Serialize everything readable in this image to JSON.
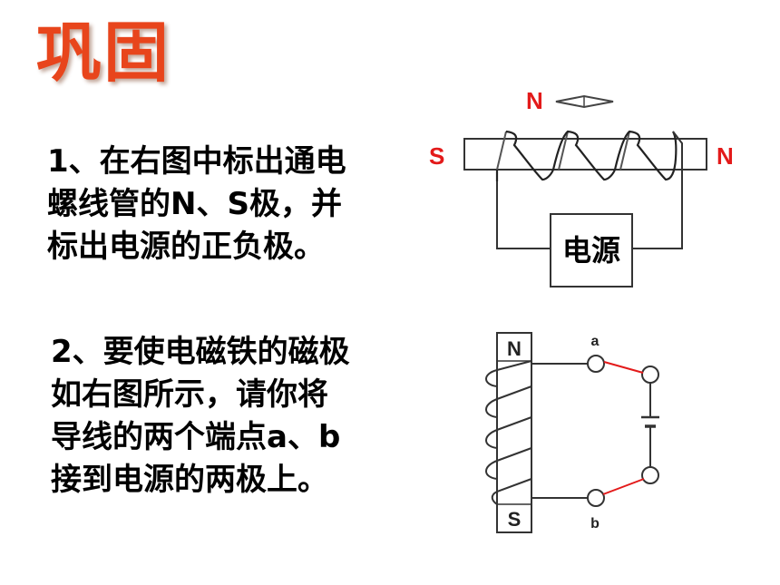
{
  "title": "巩固",
  "question1": "1、在右图中标出通电\n螺线管的N、S极，并\n标出电源的正负极。",
  "question2": "2、要使电磁铁的磁极\n如右图所示，请你将\n导线的两个端点a、b\n接到电源的两极上。",
  "diagram1": {
    "compass_pole": "N",
    "left_pole": "S",
    "right_pole": "N",
    "power_source": "电源",
    "pole_color": "#e31a1a"
  },
  "diagram2": {
    "top_pole": "N",
    "bottom_pole": "S",
    "terminal_a": "a",
    "terminal_b": "b",
    "wire_color": "#e31a1a"
  },
  "colors": {
    "title": "#e8451c"
  }
}
